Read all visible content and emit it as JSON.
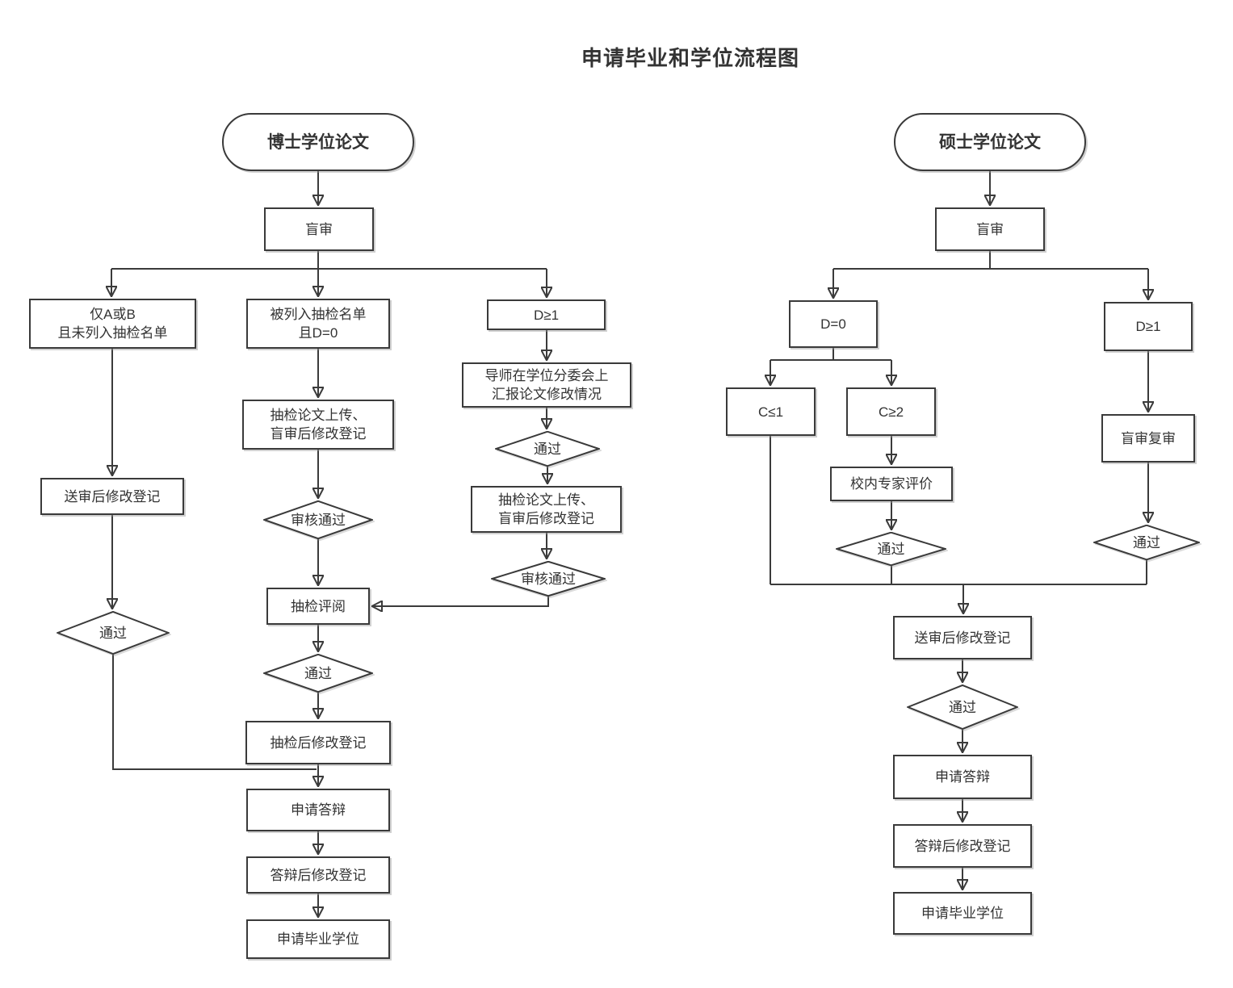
{
  "title": "申请毕业和学位流程图",
  "colors": {
    "stroke": "#3b3b3b",
    "text": "#333333",
    "background": "#ffffff"
  },
  "flows": {
    "doctor": {
      "start": "博士学位论文",
      "blind_review": "盲审",
      "only_a_or_b": "仅A或B\n且未列入抽检名单",
      "listed_and_d0": "被列入抽检名单\n且D=0",
      "d_ge_1": "D≥1",
      "send_review_registration": "送审后修改登记",
      "pass": "通过",
      "spot_check_upload": "抽检论文上传、\n盲审后修改登记",
      "audit_pass": "审核通过",
      "supervisor_report": "导师在学位分委会上\n汇报论文修改情况",
      "spot_check_review": "抽检评阅",
      "after_spot_check_registration": "抽检后修改登记",
      "apply_defense": "申请答辩",
      "after_defense_registration": "答辩后修改登记",
      "apply_degree": "申请毕业学位"
    },
    "master": {
      "start": "硕士学位论文",
      "blind_review": "盲审",
      "d_eq_0": "D=0",
      "d_ge_1": "D≥1",
      "c_le_1": "C≤1",
      "c_ge_2": "C≥2",
      "internal_expert_evaluation": "校内专家评价",
      "blind_recheck": "盲审复审",
      "pass": "通过",
      "send_review_registration": "送审后修改登记",
      "apply_defense": "申请答辩",
      "after_defense_registration": "答辩后修改登记",
      "apply_degree": "申请毕业学位"
    }
  }
}
